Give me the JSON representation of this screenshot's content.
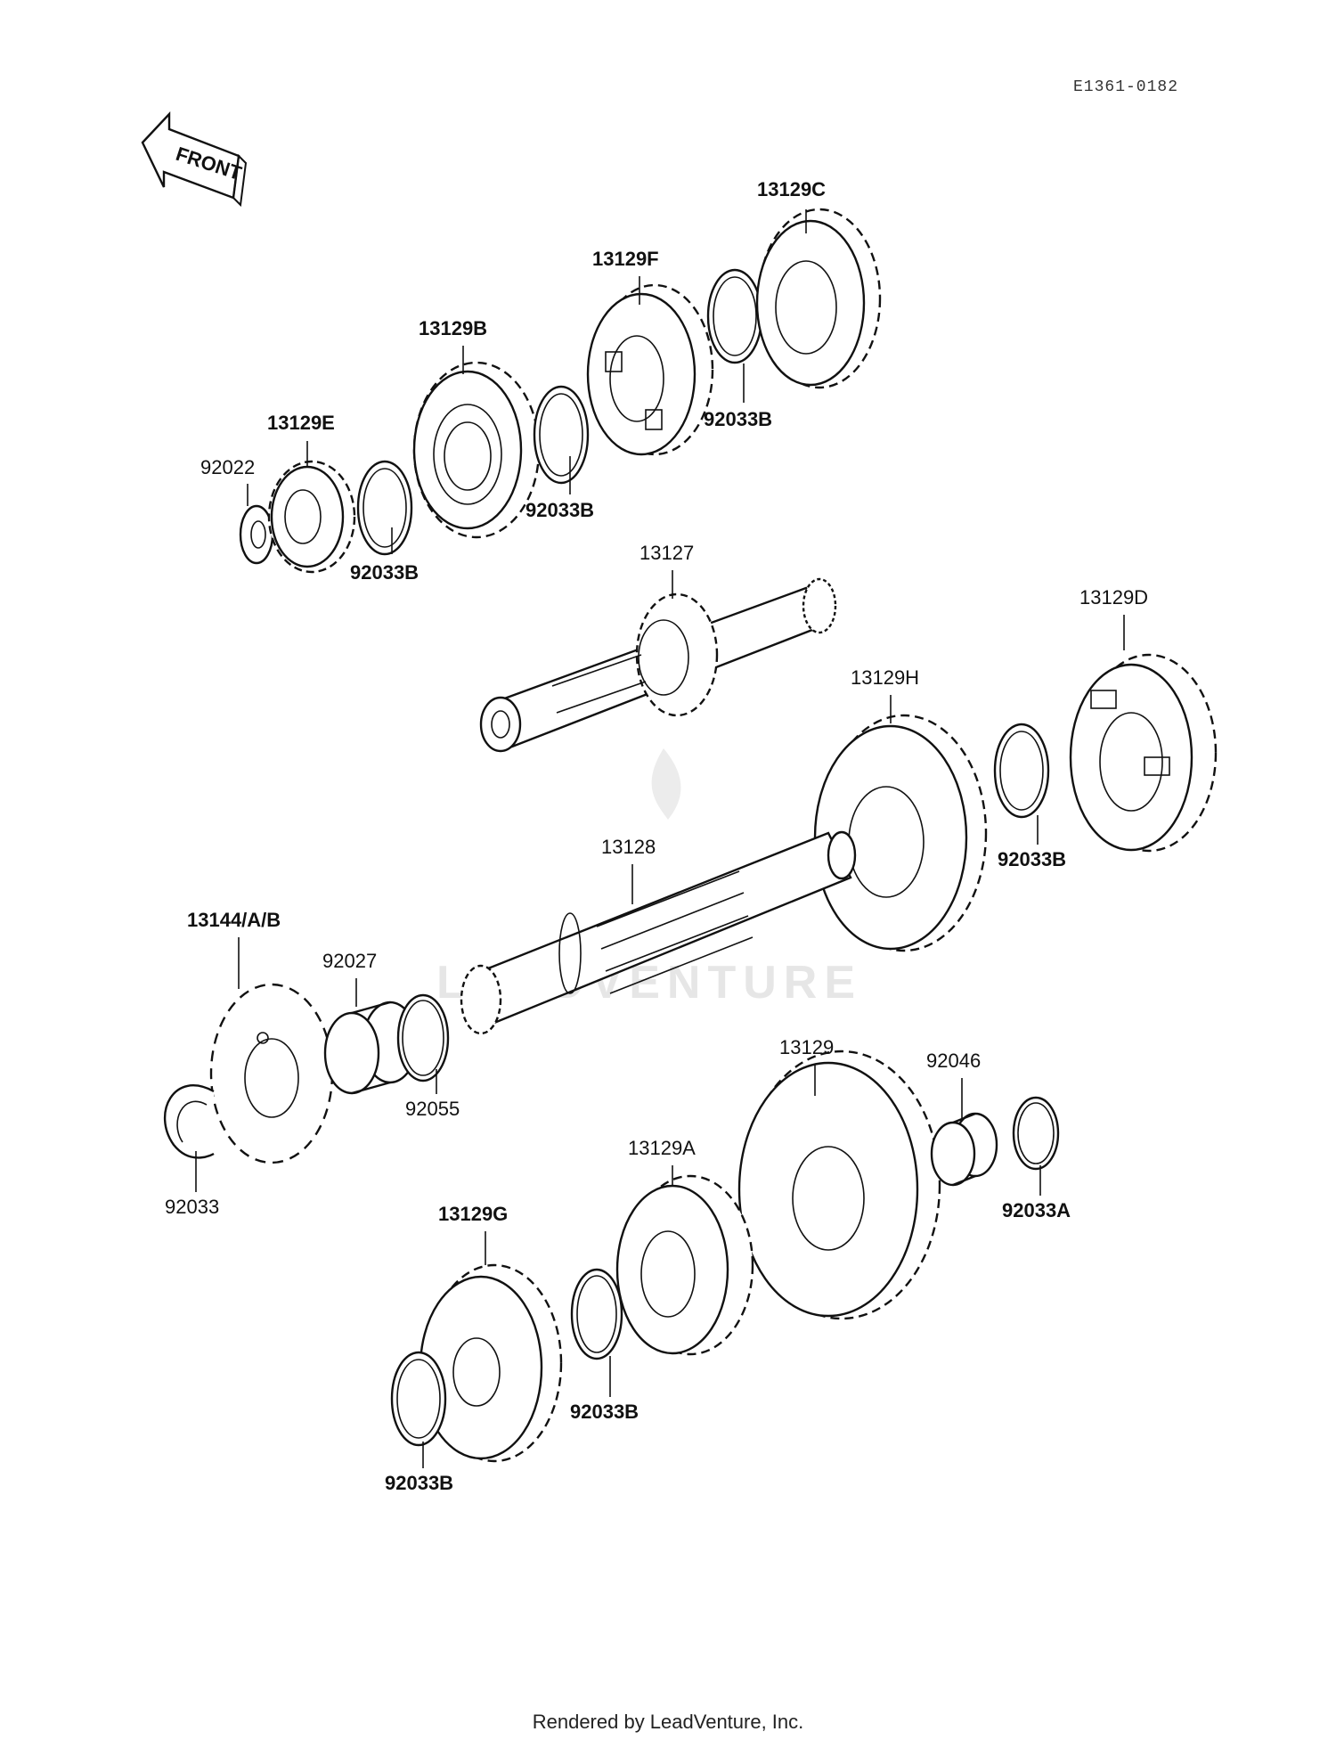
{
  "drawing_code": "E1361-0182",
  "front_arrow_label": "FRONT",
  "watermark_text": "LEADVENTURE",
  "footer_credit": "Rendered by LeadVenture, Inc.",
  "labels": {
    "p13129C": "13129C",
    "p13129F": "13129F",
    "p13129B": "13129B",
    "p13129E": "13129E",
    "p92022": "92022",
    "p92033B_a": "92033B",
    "p92033B_b": "92033B",
    "p92033B_c": "92033B",
    "p13127": "13127",
    "p13129D": "13129D",
    "p13129H": "13129H",
    "p92033B_d": "92033B",
    "p13128": "13128",
    "p13144AB": "13144/A/B",
    "p92027": "92027",
    "p92055": "92055",
    "p92033": "92033",
    "p13129": "13129",
    "p92046": "92046",
    "p92033A": "92033A",
    "p13129A": "13129A",
    "p13129G": "13129G",
    "p92033B_e": "92033B",
    "p92033B_f": "92033B"
  }
}
